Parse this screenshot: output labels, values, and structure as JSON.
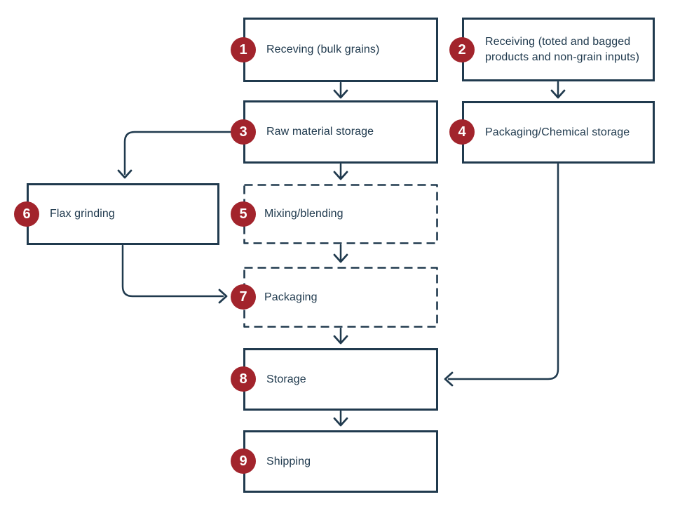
{
  "diagram": {
    "type": "flowchart",
    "background_color": "#ffffff",
    "line_color": "#203a4e",
    "badge_color": "#a2242c",
    "badge_text_color": "#ffffff",
    "nodes": [
      {
        "number": "1",
        "label": "Receving (bulk grains)",
        "border": "solid"
      },
      {
        "number": "2",
        "label": "Receiving (toted and bagged products and non-grain inputs)",
        "border": "solid"
      },
      {
        "number": "3",
        "label": "Raw material storage",
        "border": "solid"
      },
      {
        "number": "4",
        "label": "Packaging/Chemical storage",
        "border": "solid"
      },
      {
        "number": "5",
        "label": "Mixing/blending",
        "border": "dashed"
      },
      {
        "number": "6",
        "label": "Flax grinding",
        "border": "solid"
      },
      {
        "number": "7",
        "label": "Packaging",
        "border": "dashed"
      },
      {
        "number": "8",
        "label": "Storage",
        "border": "solid"
      },
      {
        "number": "9",
        "label": "Shipping",
        "border": "solid"
      }
    ],
    "edges": [
      {
        "from": "1",
        "to": "3"
      },
      {
        "from": "2",
        "to": "4"
      },
      {
        "from": "3",
        "to": "5"
      },
      {
        "from": "3",
        "to": "6"
      },
      {
        "from": "5",
        "to": "7"
      },
      {
        "from": "6",
        "to": "7"
      },
      {
        "from": "7",
        "to": "8"
      },
      {
        "from": "4",
        "to": "8"
      },
      {
        "from": "8",
        "to": "9"
      }
    ]
  }
}
